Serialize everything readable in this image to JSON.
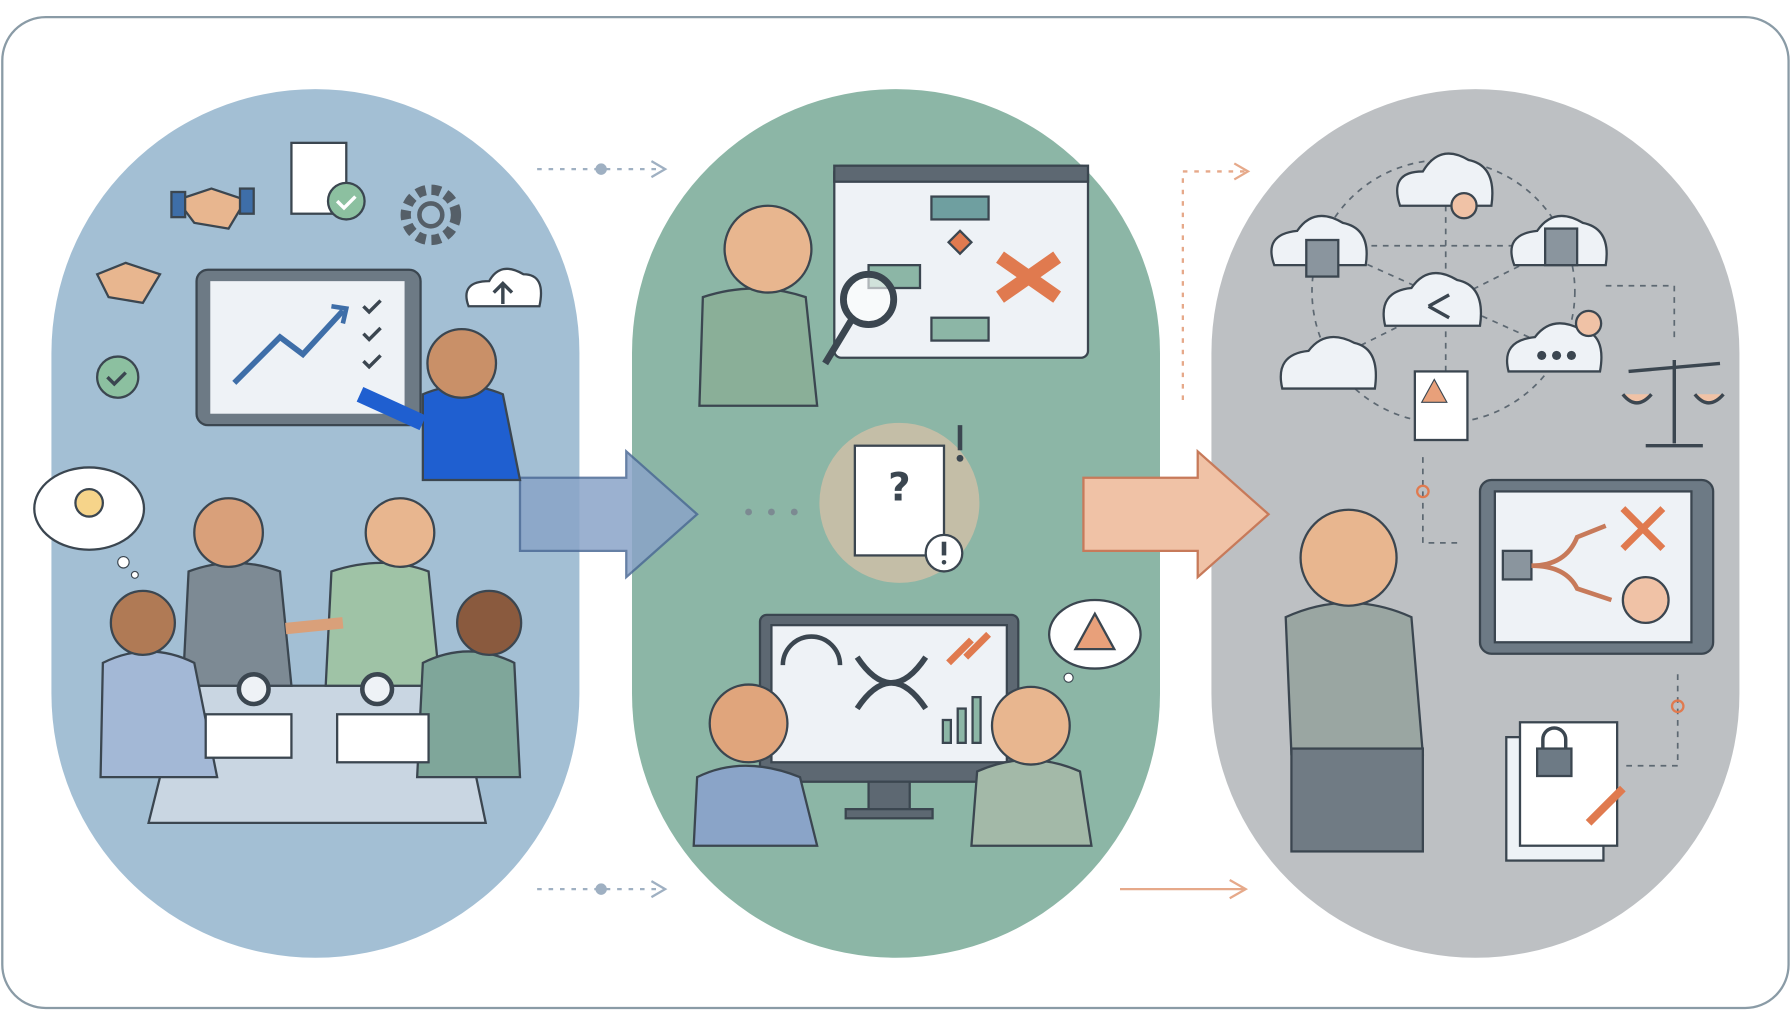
{
  "colors": {
    "frame": "#8a9ba6",
    "panel_collaboration": "#a3bfd4",
    "panel_problem": "#8cb6a6",
    "panel_resolution": "#bdc0c3",
    "skin": "#e8b68f",
    "outline": "#3b4650",
    "arrow_blue": "#8aa4c8",
    "arrow_peach": "#f0c2a6",
    "accent_blue": "#1f5fd0",
    "accent_orange": "#e07a4f",
    "check_green": "#6fa88a",
    "screen": "#eef2f6"
  },
  "panels": [
    {
      "id": "collaboration",
      "icons": [
        "handshake-icon",
        "document-check-icon",
        "gear-icon",
        "cloud-upload-icon",
        "check-circle-icon",
        "lightbulb-icon",
        "growth-chart-icon"
      ]
    },
    {
      "id": "problem-analysis",
      "icons": [
        "flowchart-icon",
        "magnifier-icon",
        "question-document-icon",
        "warning-icon",
        "broken-link-icon",
        "gauge-icon"
      ]
    },
    {
      "id": "resolution",
      "icons": [
        "cloud-network-icon",
        "database-icon",
        "warning-document-icon",
        "scales-icon",
        "decision-branch-icon",
        "locked-document-icon"
      ]
    }
  ]
}
